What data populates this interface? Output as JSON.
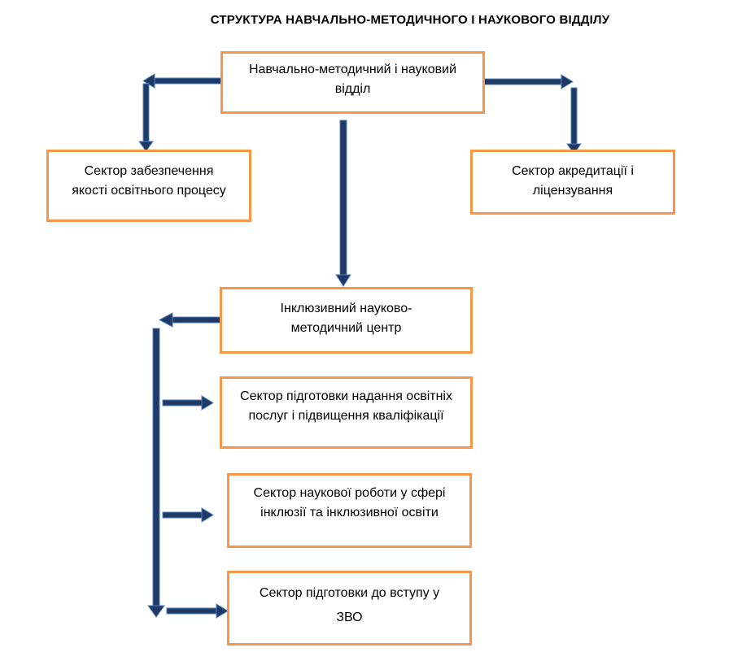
{
  "title": "СТРУКТУРА НАВЧАЛЬНО-МЕТОДИЧНОГО І НАУКОВОГО ВІДДІЛУ",
  "nodes": {
    "main": "Навчально-методичний і науковий відділ",
    "quality": "Сектор забезпечення якості освітнього процесу",
    "accreditation": "Сектор акредитації  і ліцензування",
    "inclusive_center": "Інклюзивний науково-методичний центр",
    "training": "Сектор підготовки надання освітніх послуг і підвищення кваліфікації",
    "research": "Сектор наукової роботи у сфері інклюзії та інклюзивної освіти",
    "admission": "Сектор підготовки до вступу у ЗВО"
  },
  "colors": {
    "box_border": "#F79646",
    "arrow_fill": "#1F3864",
    "arrow_edge": "#4F81BD"
  }
}
